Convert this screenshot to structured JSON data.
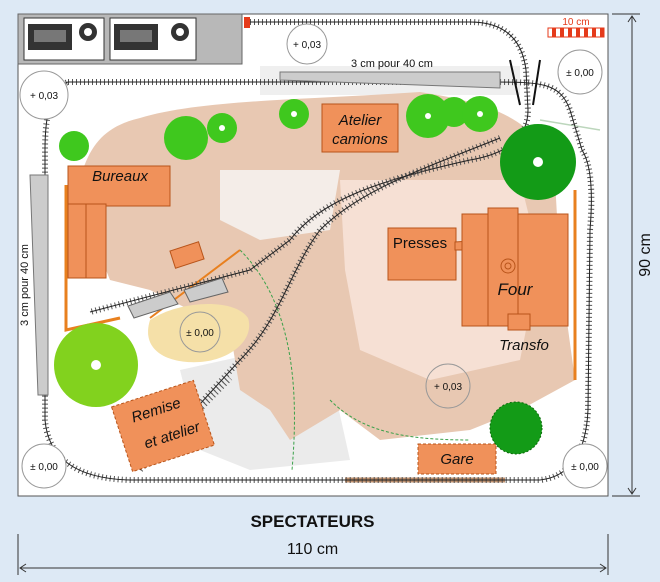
{
  "labels": {
    "bureaux": "Bureaux",
    "atelier_line1": "Atelier",
    "atelier_line2": "camions",
    "presses": "Presses",
    "four": "Four",
    "transfo": "Transfo",
    "remise_line1": "Remise",
    "remise_line2": "et atelier",
    "gare": "Gare"
  },
  "annotations": {
    "scale_bar": "10 cm",
    "rail_top": "3 cm pour 40 cm",
    "rail_left": "3 cm pour 40 cm"
  },
  "elevations": {
    "top_center": "+ 0,03",
    "top_left": "+ 0,03",
    "top_right": "± 0,00",
    "pond": "± 0,00",
    "center": "+ 0,03",
    "bottom_left": "± 0,00",
    "bottom_right": "± 0,00"
  },
  "dimensions": {
    "height": "90 cm",
    "width": "110 cm",
    "audience": "SPECTATEURS"
  },
  "colors": {
    "background": "#dde9f5",
    "board": "#ffffff",
    "ground": "#e8c8b2",
    "building": "#f0915a",
    "building_border": "#b8541a",
    "tree": "#3fc81e",
    "tree_dark": "#139b17",
    "track_ties": "#555555"
  }
}
